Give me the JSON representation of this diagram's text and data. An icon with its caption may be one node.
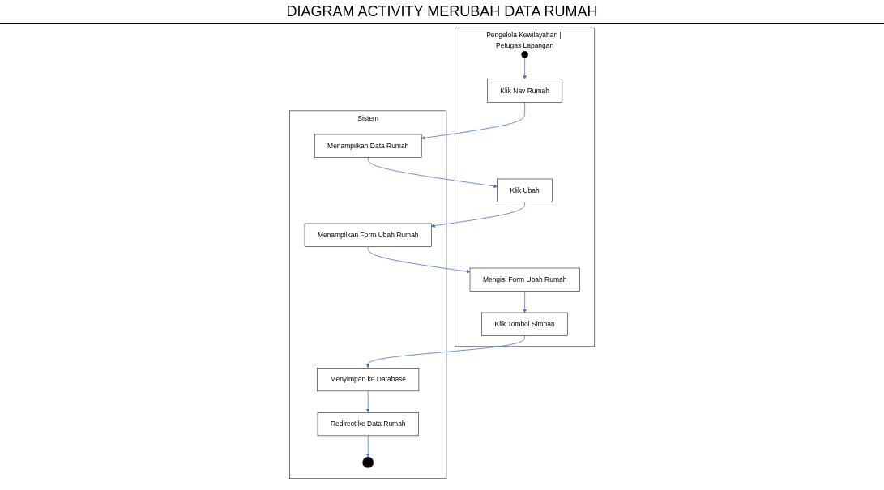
{
  "diagram": {
    "title": "DIAGRAM ACTIVITY MERUBAH DATA RUMAH",
    "nodes": [
      {
        "text": [
          "Pengelola Kewilayahan | Petugas Lapangan"
        ]
      },
      {
        "text": [],
        "shape": "circle",
        "in": 0
      },
      {
        "text": [
          "Klik Nav Rumah"
        ],
        "in": 0
      },
      {
        "text": [
          "Klik Ubah"
        ],
        "in": 0
      },
      {
        "text": [
          "Mengisi Form Ubah Rumah"
        ],
        "in": 0
      },
      {
        "text": [
          "Klik Tombol Simpan"
        ],
        "in": 0
      },
      {
        "text": [
          "Sistem"
        ]
      },
      {
        "text": [
          "Menampilkan Data Rumah"
        ],
        "in": 6
      },
      {
        "text": [
          "Menampilkan Form Ubah Rumah"
        ],
        "in": 6
      },
      {
        "text": [
          "Menyimpan ke Database"
        ],
        "in": 6
      },
      {
        "text": [
          "Redirect ke Data Rumah"
        ],
        "in": 6
      },
      {
        "text": [],
        "shape": "circle",
        "in": 6
      }
    ],
    "edges": [
      {
        "from": 1,
        "to": 2,
        "arrow": "to"
      },
      {
        "from": 2,
        "to": 7,
        "arrow": "to"
      },
      {
        "from": 7,
        "to": 3,
        "arrow": "to"
      },
      {
        "from": 3,
        "to": 8,
        "arrow": "to"
      },
      {
        "from": 8,
        "to": 4,
        "arrow": "to"
      },
      {
        "from": 4,
        "to": 5,
        "arrow": "to"
      },
      {
        "from": 5,
        "to": 9,
        "arrow": "to"
      },
      {
        "from": 9,
        "to": 10,
        "arrow": "to"
      },
      {
        "from": 10,
        "to": 11,
        "arrow": "to"
      }
    ]
  }
}
